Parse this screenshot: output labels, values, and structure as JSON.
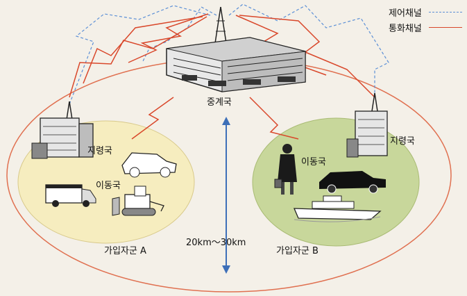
{
  "legend": {
    "control_channel": "제어채널",
    "call_channel": "통화채널",
    "control_color": "#5b8fd6",
    "call_color": "#d9472a"
  },
  "labels": {
    "relay_station": "중계국",
    "command_station_left": "지령국",
    "command_station_right": "지령국",
    "mobile_station_left": "이동국",
    "mobile_station_right": "이동국",
    "distance": "20km～30km",
    "subscriber_group_a": "가입자군 A",
    "subscriber_group_b": "가입자군 B"
  },
  "colors": {
    "outer_ellipse": "#e07050",
    "zone_a_fill": "#f6edbf",
    "zone_b_fill": "#c8d79b",
    "distance_arrow": "#3d6fb8"
  },
  "icons": [
    "relay-tower-icon",
    "relay-building-icon",
    "command-building-left-icon",
    "command-building-right-icon",
    "car-icon",
    "ambulance-icon",
    "bulldozer-icon",
    "woman-icon",
    "sedan-icon",
    "boat-icon"
  ]
}
